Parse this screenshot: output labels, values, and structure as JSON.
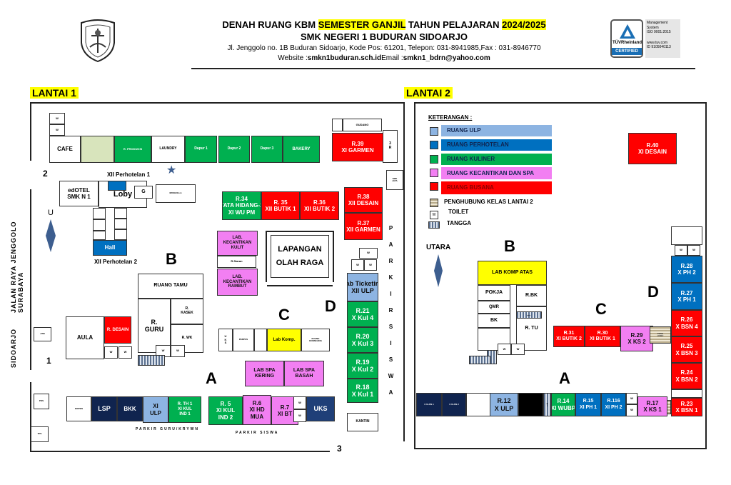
{
  "header": {
    "title_pre": "DENAH RUANG KBM ",
    "title_hl1": "SEMESTER GANJIL",
    "title_mid": " TAHUN PELAJARAN ",
    "title_hl2": "2024/2025",
    "school": "SMK NEGERI 1 BUDURAN SIDOARJO",
    "address": "Jl. Jenggolo no. 1B Buduran Sidoarjo, Kode Pos: 61201, Telepon: 031-8941985,Fax : 031-8946770",
    "web_label": "Website :",
    "web": "smkn1buduran.sch.id",
    "email_label": "Email :",
    "email": "smkn1_bdrn@yahoo.com",
    "cert": {
      "brand": "TÜVRheinland",
      "badge": "CERTIFIED",
      "l1": "Management",
      "l2": "System",
      "l3": "ISO 9001:2015",
      "l4": "www.tuv.com",
      "l5": "ID 9105040113"
    }
  },
  "colors": {
    "ulp": "#8db4e2",
    "perhotelan": "#0070c0",
    "kuliner": "#00b050",
    "kecantikan": "#f27ff2",
    "busana": "#ff0000",
    "highlight": "#ffff00"
  },
  "lantai1": {
    "title": "LANTAI 1",
    "road": "JALAN RAYA JENGGOLO SURABAYA",
    "road2": "SIDOARJO",
    "letters": {
      "b": "B",
      "c": "C",
      "d": "D",
      "a": "A",
      "g2": "2",
      "g1": "1",
      "g3": "3",
      "north": "U"
    },
    "labels": {
      "perhotelan1": "XII Perhotelan 1",
      "perhotelan2": "XII Perhotelan 2",
      "parkir_guru": "PARKIR GURU/KRYWN",
      "parkir_siswa": "PARKIR SISWA",
      "parkir_siswa_v": "PARKIRSISWA",
      "lapangan1": "LAPANGAN",
      "lapangan2": "OLAH RAGA"
    },
    "rooms": [
      {
        "id": "w1",
        "type": "white",
        "lines": [
          "W"
        ]
      },
      {
        "id": "w2",
        "type": "white",
        "lines": [
          "W"
        ]
      },
      {
        "id": "cafe",
        "type": "white",
        "lines": [
          "CAFE"
        ]
      },
      {
        "id": "lg",
        "type": "lgreen",
        "lines": []
      },
      {
        "id": "produksi",
        "type": "kuliner",
        "lines": [
          "R. PRODUKSI"
        ]
      },
      {
        "id": "laundry",
        "type": "white",
        "lines": [
          "LAUNDRY"
        ]
      },
      {
        "id": "dapur1",
        "type": "kuliner",
        "lines": [
          "Dapur 1"
        ]
      },
      {
        "id": "dapur2",
        "type": "kuliner",
        "lines": [
          "Dapur 2"
        ]
      },
      {
        "id": "dapur3",
        "type": "kuliner",
        "lines": [
          "Dapur 3"
        ]
      },
      {
        "id": "bakery",
        "type": "kuliner",
        "lines": [
          "BAKERY"
        ]
      },
      {
        "id": "gudang0",
        "type": "white",
        "lines": []
      },
      {
        "id": "gudang",
        "type": "white",
        "lines": [
          "GUDANG"
        ]
      },
      {
        "id": "r39",
        "type": "busana",
        "lines": [
          "R.39",
          "XI GARMEN"
        ]
      },
      {
        "id": "r3r",
        "type": "white",
        "lines": [
          "3",
          "R"
        ]
      },
      {
        "id": "emb",
        "type": "white",
        "lines": [
          "SMK",
          "JAYA"
        ]
      },
      {
        "id": "edotel",
        "type": "white",
        "lines": [
          "edOTEL",
          "SMK N 1"
        ]
      },
      {
        "id": "loby",
        "type": "white",
        "lines": [
          "Loby"
        ]
      },
      {
        "id": "lobyblue",
        "type": "hotel",
        "lines": []
      },
      {
        "id": "g",
        "type": "white",
        "lines": [
          "G"
        ]
      },
      {
        "id": "mushola",
        "type": "white",
        "lines": [
          "MUSHOLLA"
        ]
      },
      {
        "id": "h1",
        "type": "white",
        "lines": []
      },
      {
        "id": "h2",
        "type": "white",
        "lines": []
      },
      {
        "id": "h3",
        "type": "white",
        "lines": []
      },
      {
        "id": "h4",
        "type": "white",
        "lines": []
      },
      {
        "id": "h5",
        "type": "white",
        "lines": []
      },
      {
        "id": "h6",
        "type": "white",
        "lines": []
      },
      {
        "id": "hall",
        "type": "hotel",
        "lines": [
          "Hall"
        ]
      },
      {
        "id": "r34",
        "type": "kuliner",
        "lines": [
          "R.34",
          "TATA HIDANG-2",
          "XI WU PM"
        ]
      },
      {
        "id": "r35",
        "type": "busana",
        "lines": [
          "R. 35",
          "XII BUTIK 1"
        ]
      },
      {
        "id": "r36",
        "type": "busana",
        "lines": [
          "R.36",
          "XII BUTIK 2"
        ]
      },
      {
        "id": "r38",
        "type": "busana",
        "lines": [
          "R.38",
          "XII DESAIN"
        ]
      },
      {
        "id": "r37",
        "type": "busana",
        "lines": [
          "R.37",
          "XII GARMEN"
        ]
      },
      {
        "id": "kulit",
        "type": "spa",
        "lines": [
          "LAB.",
          "KECANTIKAN",
          "KULIT"
        ]
      },
      {
        "id": "siaran",
        "type": "white",
        "lines": [
          "R.Siaran"
        ]
      },
      {
        "id": "rambut",
        "type": "spa",
        "lines": [
          "LAB.",
          "KECANTIKAN",
          "RAMBUT"
        ]
      },
      {
        "id": "wd1",
        "type": "white",
        "lines": [
          "W"
        ]
      },
      {
        "id": "wd2",
        "type": "white",
        "lines": [
          "W"
        ]
      },
      {
        "id": "wd3",
        "type": "white",
        "lines": [
          "W"
        ]
      },
      {
        "id": "ticketing",
        "type": "ulp",
        "lines": [
          "Lab Ticketing",
          "XII ULP"
        ]
      },
      {
        "id": "r21",
        "type": "kuliner",
        "lines": [
          "R.21",
          "X Kul 4"
        ]
      },
      {
        "id": "r20",
        "type": "kuliner",
        "lines": [
          "R.20",
          "X Kul 3"
        ]
      },
      {
        "id": "r19",
        "type": "kuliner",
        "lines": [
          "R.19",
          "X Kul 2"
        ]
      },
      {
        "id": "r18",
        "type": "kuliner",
        "lines": [
          "R.18",
          "X Kul 1"
        ]
      },
      {
        "id": "kantin",
        "type": "white",
        "lines": [
          "KANTIN"
        ]
      },
      {
        "id": "tamu",
        "type": "white",
        "lines": [
          "RUANG TAMU"
        ]
      },
      {
        "id": "guru",
        "type": "white",
        "lines": [
          "R.",
          "GURU"
        ]
      },
      {
        "id": "kasek",
        "type": "white",
        "lines": [
          "R.",
          "KASEK"
        ]
      },
      {
        "id": "wk",
        "type": "white",
        "lines": [
          "R. WK"
        ]
      },
      {
        "id": "wg1",
        "type": "white",
        "lines": [
          "W"
        ]
      },
      {
        "id": "wg2",
        "type": "white",
        "lines": [
          "W"
        ]
      },
      {
        "id": "tg1",
        "type": "stair",
        "lines": []
      },
      {
        "id": "aula",
        "type": "white",
        "lines": [
          "AULA"
        ]
      },
      {
        "id": "desain",
        "type": "busana",
        "lines": [
          "R. DESAIN"
        ]
      },
      {
        "id": "wa1",
        "type": "white",
        "lines": [
          "W"
        ]
      },
      {
        "id": "wa2",
        "type": "white",
        "lines": [
          "W"
        ]
      },
      {
        "id": "atm",
        "type": "white",
        "lines": [
          "ATM"
        ]
      },
      {
        "id": "uks_c",
        "type": "white",
        "lines": [
          "U",
          "K",
          "S"
        ]
      },
      {
        "id": "perpus",
        "type": "white",
        "lines": [
          "PERPUS"
        ]
      },
      {
        "id": "cblank",
        "type": "white",
        "lines": []
      },
      {
        "id": "labkomp",
        "type": "yellow",
        "lines": [
          "Lab Komp."
        ]
      },
      {
        "id": "konseling",
        "type": "white",
        "lines": [
          "RUANG",
          "KONSELING"
        ]
      },
      {
        "id": "spakering",
        "type": "spa",
        "lines": [
          "LAB SPA",
          "KERING"
        ]
      },
      {
        "id": "spabasah",
        "type": "spa",
        "lines": [
          "LAB SPA",
          "BASAH"
        ]
      },
      {
        "id": "kopsis",
        "type": "white",
        "lines": [
          "KOPSIS"
        ]
      },
      {
        "id": "lsp",
        "type": "navy",
        "lines": [
          "LSP"
        ]
      },
      {
        "id": "bkk",
        "type": "navy",
        "lines": [
          "BKK"
        ]
      },
      {
        "id": "xiulp",
        "type": "ulp",
        "lines": [
          "XI",
          "ULP"
        ]
      },
      {
        "id": "rth1",
        "type": "kuliner",
        "lines": [
          "R. TH 1",
          "XI KUL",
          "IND 1"
        ]
      },
      {
        "id": "r5",
        "type": "kuliner",
        "lines": [
          "R. 5",
          "XI KUL",
          "IND 2"
        ]
      },
      {
        "id": "r6",
        "type": "spa",
        "lines": [
          "R.6",
          "XI HD",
          "MUA"
        ]
      },
      {
        "id": "r7",
        "type": "spa",
        "lines": [
          "R.7",
          "XI BT"
        ]
      },
      {
        "id": "wu1",
        "type": "white",
        "lines": [
          "W"
        ]
      },
      {
        "id": "wu2",
        "type": "white",
        "lines": [
          "W"
        ]
      },
      {
        "id": "uks",
        "type": "navy2",
        "lines": [
          "UKS"
        ]
      },
      {
        "id": "pos",
        "type": "white",
        "lines": [
          "POS"
        ]
      },
      {
        "id": "tps",
        "type": "white",
        "lines": [
          "TPS"
        ]
      }
    ]
  },
  "lantai2": {
    "title": "LANTAI 2",
    "letters": {
      "north": "UTARA",
      "b": "B",
      "c": "C",
      "d": "D",
      "a": "A"
    },
    "legend": {
      "title": "KETERANGAN :",
      "items": [
        "RUANG ULP",
        "RUANG PERHOTELAN",
        "RUANG KULINER",
        "RUANG KECANTIKAN DAN SPA",
        "RUANG BUSANA"
      ],
      "bridge": "PENGHUBUNG KELAS LANTAI 2",
      "toilet": "TOILET",
      "toilet_mark": "W",
      "stairs": "TANGGA"
    },
    "rooms": [
      {
        "id": "r40",
        "type": "busana",
        "lines": [
          "R.40",
          "XI DESAIN"
        ]
      },
      {
        "id": "wt0",
        "type": "white",
        "lines": []
      },
      {
        "id": "wt1",
        "type": "white",
        "lines": [
          "W"
        ]
      },
      {
        "id": "wt2",
        "type": "white",
        "lines": [
          "W"
        ]
      },
      {
        "id": "r28",
        "type": "hotel",
        "lines": [
          "R.28",
          "X PH 2"
        ]
      },
      {
        "id": "r27",
        "type": "hotel",
        "lines": [
          "R.27",
          "X PH 1"
        ]
      },
      {
        "id": "r26",
        "type": "busana",
        "lines": [
          "R.26",
          "X BSN 4"
        ]
      },
      {
        "id": "r25",
        "type": "busana",
        "lines": [
          "R.25",
          "X BSN 3"
        ]
      },
      {
        "id": "r24",
        "type": "busana",
        "lines": [
          "R.24",
          "X BSN 2"
        ]
      },
      {
        "id": "rgap",
        "type": "white",
        "lines": []
      },
      {
        "id": "r23",
        "type": "busana",
        "lines": [
          "R.23",
          "X BSN 1"
        ]
      },
      {
        "id": "labatas",
        "type": "yellow",
        "lines": [
          "LAB KOMP ATAS"
        ]
      },
      {
        "id": "pokja",
        "type": "white",
        "lines": [
          "POKJA"
        ]
      },
      {
        "id": "qmr",
        "type": "white",
        "lines": [
          "QMR"
        ]
      },
      {
        "id": "bk",
        "type": "white",
        "lines": [
          "BK"
        ]
      },
      {
        "id": "bklow",
        "type": "white",
        "lines": []
      },
      {
        "id": "rbk",
        "type": "white",
        "lines": [
          "R.BK"
        ]
      },
      {
        "id": "rtu",
        "type": "white",
        "lines": [
          "R. TU"
        ]
      },
      {
        "id": "tgb",
        "type": "stair",
        "lines": [
          "←"
        ]
      },
      {
        "id": "wb1",
        "type": "white",
        "lines": [
          "W"
        ]
      },
      {
        "id": "wb2",
        "type": "white",
        "lines": [
          "W"
        ]
      },
      {
        "id": "tgb2",
        "type": "stair",
        "lines": []
      },
      {
        "id": "tgb3",
        "type": "stair",
        "lines": []
      },
      {
        "id": "r31",
        "type": "busana",
        "lines": [
          "R.31",
          "XI BUTIK 2"
        ]
      },
      {
        "id": "r30",
        "type": "busana",
        "lines": [
          "R.30",
          "XI BUTIK 1"
        ]
      },
      {
        "id": "r29",
        "type": "spa",
        "lines": [
          "R.29",
          "X KS 2"
        ]
      },
      {
        "id": "bridge1",
        "type": "bridge",
        "lines": [
          "PENG",
          "HUBU"
        ]
      },
      {
        "id": "ulpb1",
        "type": "navy",
        "lines": [
          "X ULPB 1"
        ]
      },
      {
        "id": "ulpb2",
        "type": "navy",
        "lines": [
          "X ULPB 2"
        ]
      },
      {
        "id": "a_blank",
        "type": "white",
        "lines": []
      },
      {
        "id": "r12",
        "type": "ulp",
        "lines": [
          "R.12",
          "X ULP"
        ]
      },
      {
        "id": "a_black",
        "type": "black",
        "lines": []
      },
      {
        "id": "tga",
        "type": "stair",
        "lines": [
          "↑"
        ]
      },
      {
        "id": "r14",
        "type": "kuliner",
        "lines": [
          "R.14",
          "XI WUBP"
        ]
      },
      {
        "id": "r15",
        "type": "hotel",
        "lines": [
          "R.15",
          "XI PH 1"
        ]
      },
      {
        "id": "r116",
        "type": "hotel",
        "lines": [
          "R.116",
          "XI PH 2"
        ]
      },
      {
        "id": "wa3",
        "type": "white",
        "lines": [
          "W"
        ]
      },
      {
        "id": "wa4",
        "type": "white",
        "lines": [
          "W"
        ]
      },
      {
        "id": "r17",
        "type": "spa",
        "lines": [
          "R.17",
          "X KS 1"
        ]
      },
      {
        "id": "bridge2",
        "type": "bridge",
        "lines": []
      }
    ]
  }
}
